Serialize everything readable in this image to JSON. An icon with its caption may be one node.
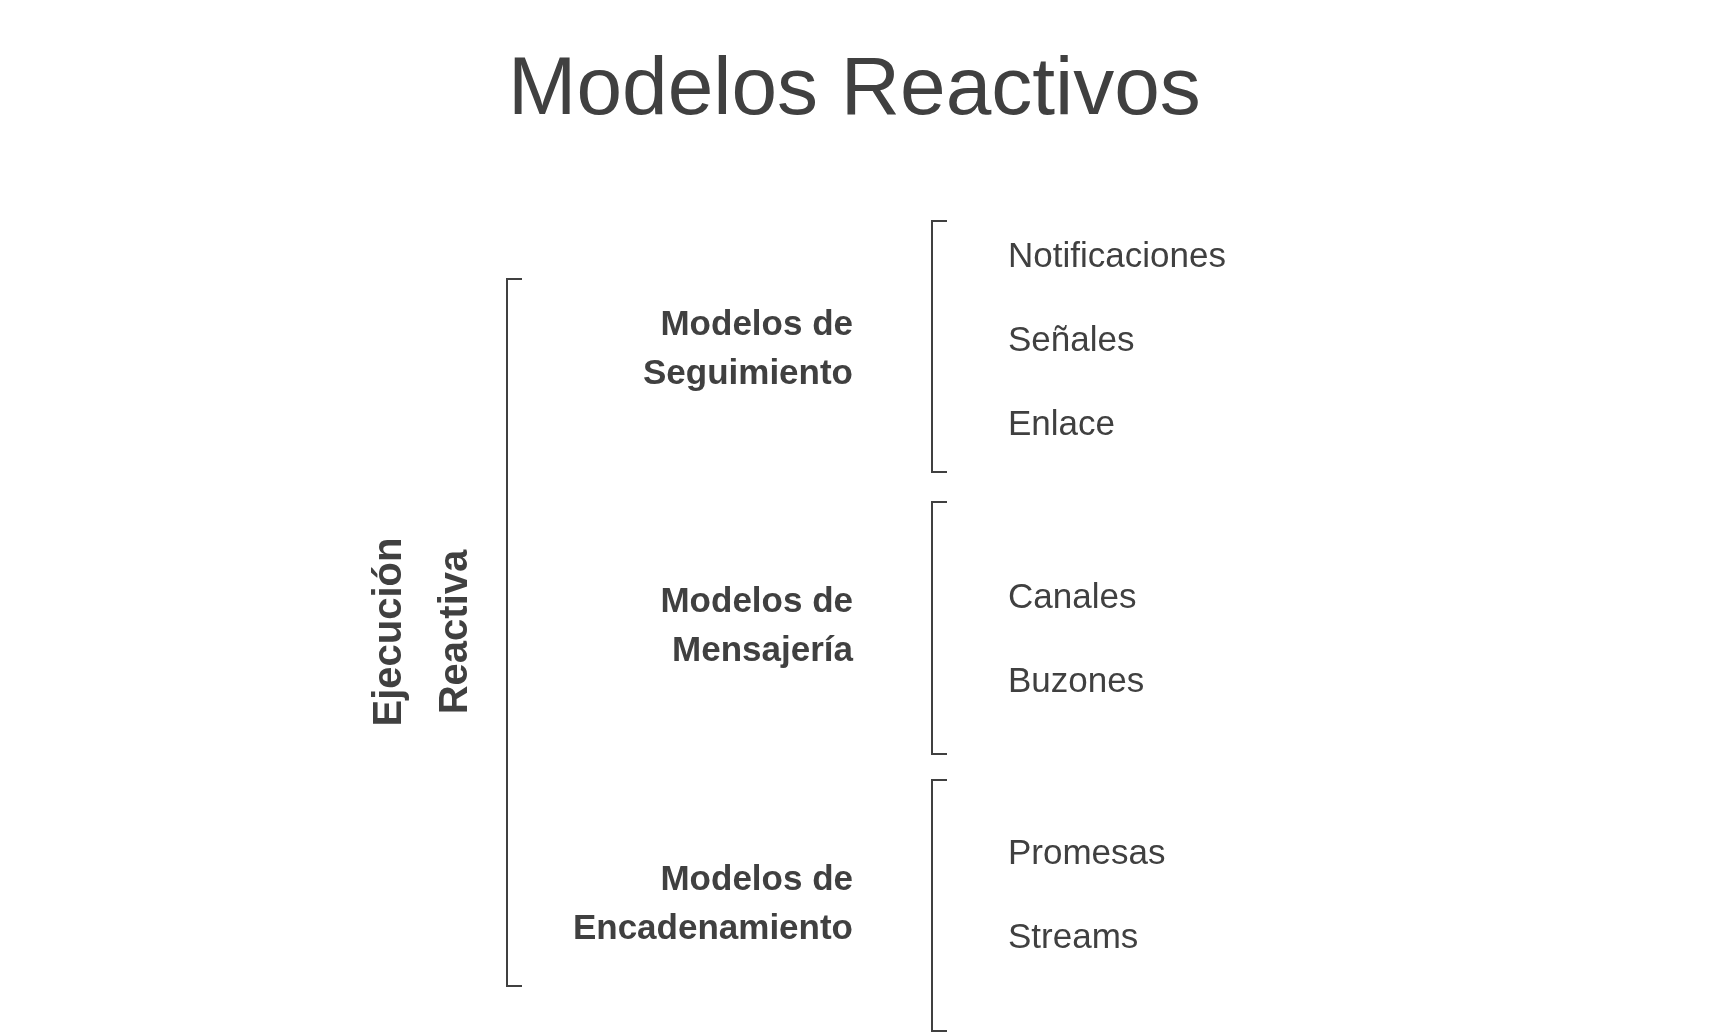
{
  "diagram": {
    "title": "Modelos Reactivos",
    "labels": [
      "Ejecución Reactiva",
      "Modelos de Seguimiento",
      "Notificaciones",
      "Señales",
      "Enlace",
      "Modelos de Mensajería",
      "Canales",
      "Buzones",
      "Modelos de Encadenamiento",
      "Promesas",
      "Streams"
    ]
  }
}
